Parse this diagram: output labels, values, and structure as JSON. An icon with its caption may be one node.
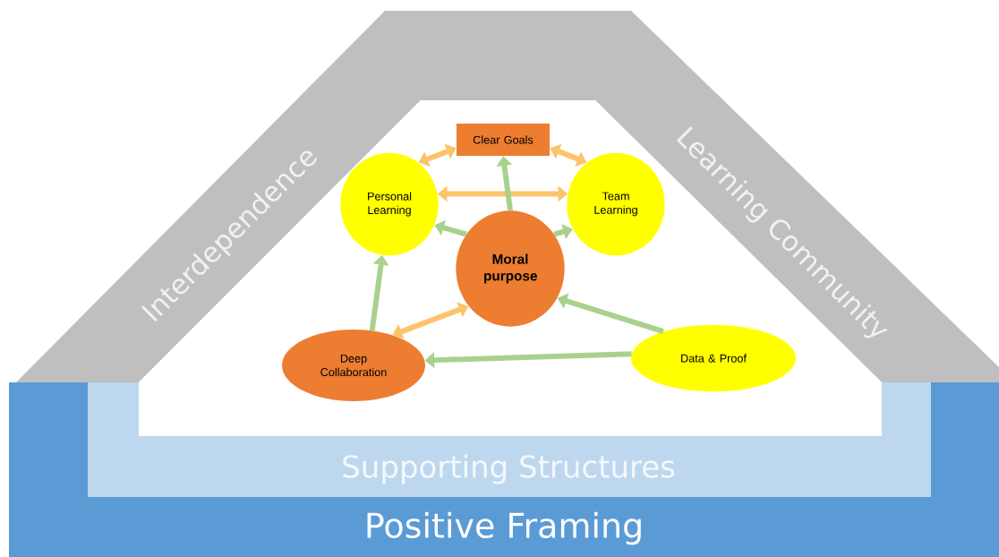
{
  "diagram": {
    "nodes": [
      {
        "text": [
          "Clear Goals"
        ]
      },
      {
        "text": [
          "Personal Learning"
        ]
      },
      {
        "text": [
          "Team Learning"
        ]
      },
      {
        "text": [
          "Moral purpose"
        ]
      },
      {
        "text": [
          "Deep Collaboration"
        ]
      },
      {
        "text": [
          "Data & Proof"
        ]
      },
      {
        "text": [
          "Supporting Structures"
        ],
        "in": 7
      },
      {
        "text": [
          "Positive Framing"
        ]
      }
    ],
    "edges": [
      {
        "from": 0,
        "to": 1,
        "arrow": "both",
        "color": "#fcc46a"
      },
      {
        "from": 0,
        "to": 2,
        "arrow": "both",
        "color": "#fcc46a"
      },
      {
        "from": 1,
        "to": 2,
        "arrow": "both",
        "color": "#fcc46a"
      },
      {
        "from": 3,
        "to": 0,
        "arrow": "to"
      },
      {
        "from": 3,
        "to": 1,
        "arrow": "to"
      },
      {
        "from": 3,
        "to": 2,
        "arrow": "to"
      },
      {
        "from": 3,
        "to": 4,
        "arrow": "both",
        "color": "#fcc46a"
      },
      {
        "from": 4,
        "to": 1,
        "arrow": "to"
      },
      {
        "from": 5,
        "to": 3,
        "arrow": "to"
      },
      {
        "from": 5,
        "to": 4,
        "arrow": "to"
      }
    ],
    "labels": [
      "Interdependence",
      "Learning Community"
    ]
  }
}
